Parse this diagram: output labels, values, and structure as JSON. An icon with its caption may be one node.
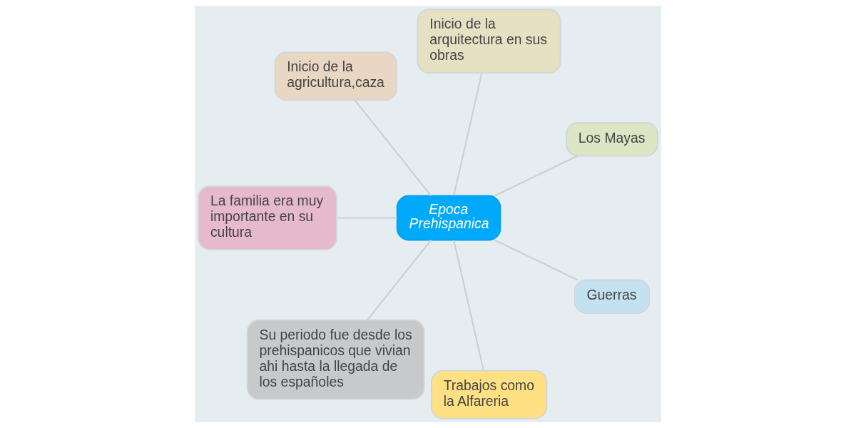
{
  "diagram": {
    "nodes": [
      {
        "text": [
          "Epoca Prehispanica"
        ]
      },
      {
        "text": [
          "Los Mayas"
        ]
      },
      {
        "text": [
          "Inicio de la arquitectura en sus obras"
        ]
      },
      {
        "text": [
          "Inicio de la agricultura,caza"
        ]
      },
      {
        "text": [
          "La familia era muy importante en su cultura"
        ]
      },
      {
        "text": [
          "Su periodo fue desde los prehispanicos que vivian ahi hasta la llegada de los españoles"
        ]
      },
      {
        "text": [
          "Trabajos como la Alfareria"
        ]
      },
      {
        "text": [
          "Guerras"
        ]
      }
    ],
    "edges": [
      {
        "from": 0,
        "to": 1,
        "arrow": "none"
      },
      {
        "from": 0,
        "to": 2,
        "arrow": "none"
      },
      {
        "from": 0,
        "to": 3,
        "arrow": "none"
      },
      {
        "from": 0,
        "to": 4,
        "arrow": "none"
      },
      {
        "from": 0,
        "to": 5,
        "arrow": "none"
      },
      {
        "from": 0,
        "to": 6,
        "arrow": "none"
      },
      {
        "from": 0,
        "to": 7,
        "arrow": "none"
      }
    ]
  }
}
